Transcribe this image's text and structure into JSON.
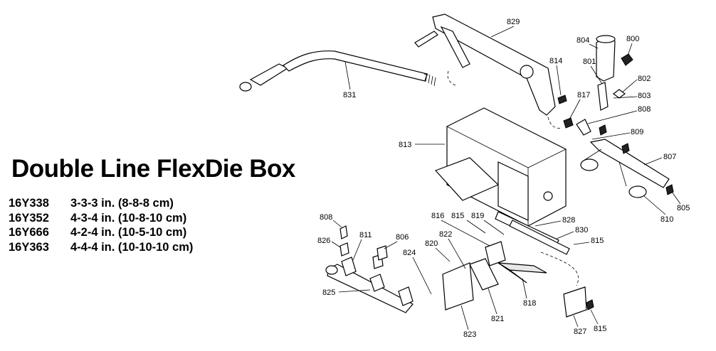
{
  "title": "Double Line FlexDie Box",
  "models": [
    {
      "code": "16Y338",
      "desc": "3-3-3 in. (8-8-8 cm)"
    },
    {
      "code": "16Y352",
      "desc": "4-3-4 in. (10-8-10 cm)"
    },
    {
      "code": "16Y666",
      "desc": "4-2-4 in. (10-5-10 cm)"
    },
    {
      "code": "16Y363",
      "desc": "4-4-4 in. (10-10-10 cm)"
    }
  ],
  "callouts": [
    "829",
    "804",
    "800",
    "814",
    "801",
    "802",
    "803",
    "817",
    "808",
    "809",
    "831",
    "813",
    "807",
    "805",
    "810",
    "808",
    "826",
    "811",
    "806",
    "816",
    "815",
    "819",
    "828",
    "830",
    "815",
    "822",
    "820",
    "824",
    "825",
    "818",
    "821",
    "827",
    "815",
    "823"
  ]
}
